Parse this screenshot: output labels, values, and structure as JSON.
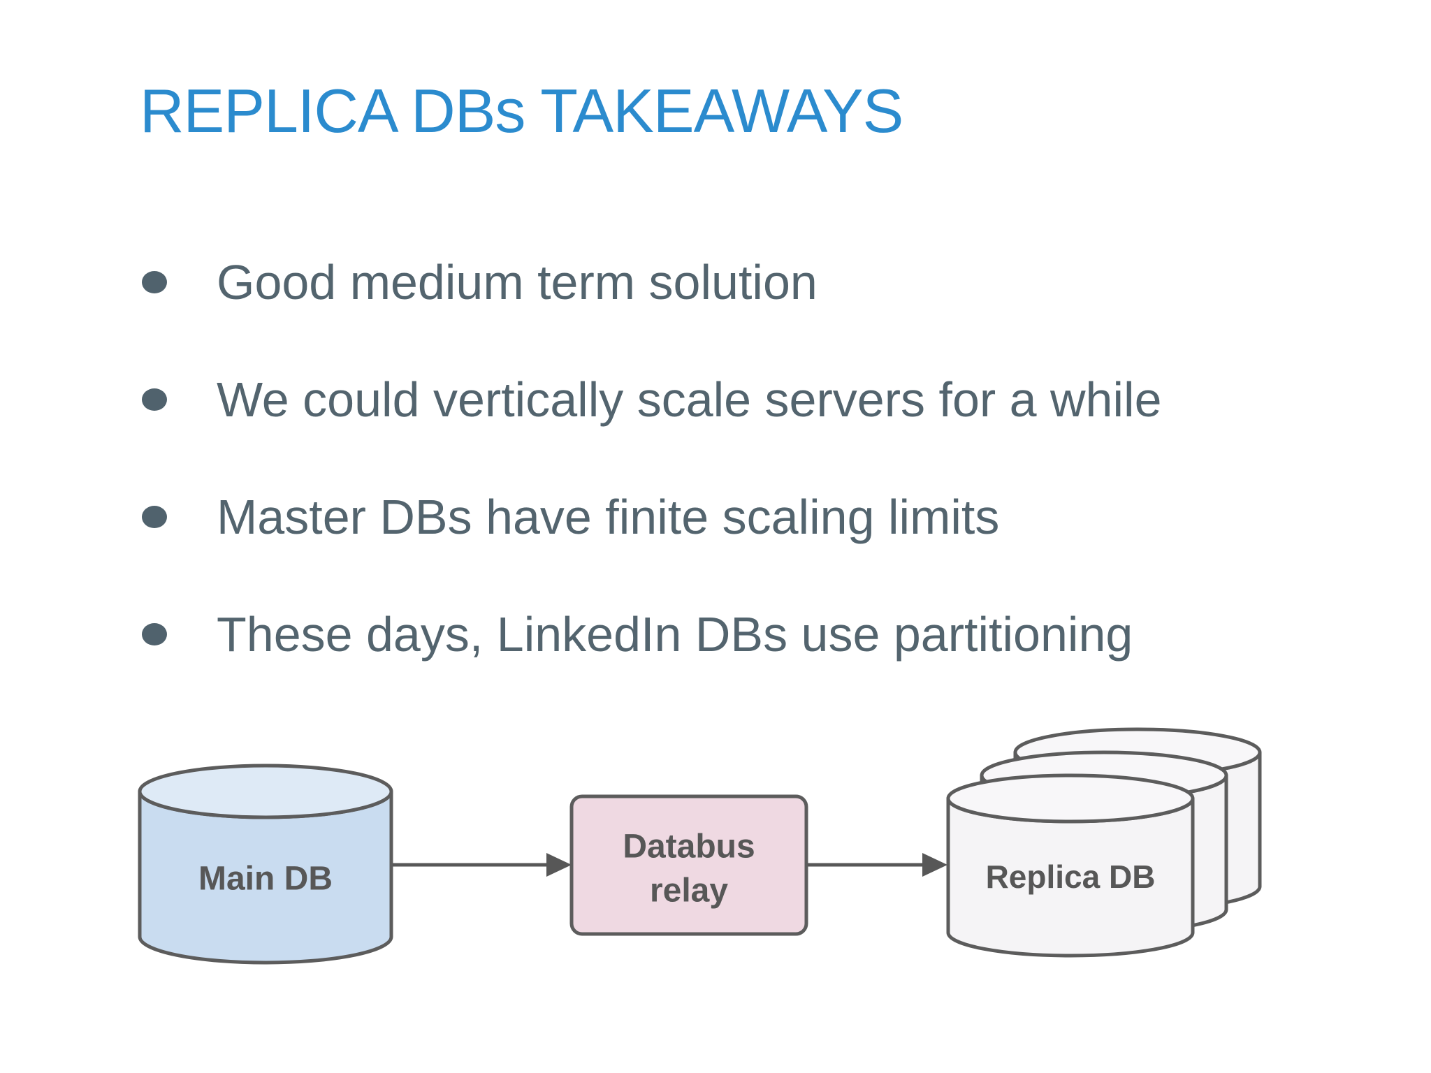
{
  "title": "REPLICA DBs TAKEAWAYS",
  "bullets": [
    {
      "text": "Good medium term solution"
    },
    {
      "text": "We could vertically scale servers for a while"
    },
    {
      "text": "Master DBs have finite scaling limits"
    },
    {
      "text": "These days, LinkedIn DBs use partitioning"
    }
  ],
  "diagram": {
    "main_db_label": "Main DB",
    "databus_relay_line1": "Databus",
    "databus_relay_line2": "relay",
    "replica_db_label": "Replica DB"
  },
  "colors": {
    "title_accent": "#2B8BCE",
    "bullet_text": "#53646E",
    "bullet_dot": "#50626D",
    "main_db_body_fill": "#C9DCF0",
    "main_db_top_fill": "#DEEAF6",
    "databus_box_fill": "#EFD9E2",
    "replica_body_fill": "#F5F4F6",
    "replica_top_fill": "#F8F7F9",
    "shape_stroke": "#5C5C5C",
    "arrow_stroke": "#575757",
    "diagram_text": "#575757"
  }
}
